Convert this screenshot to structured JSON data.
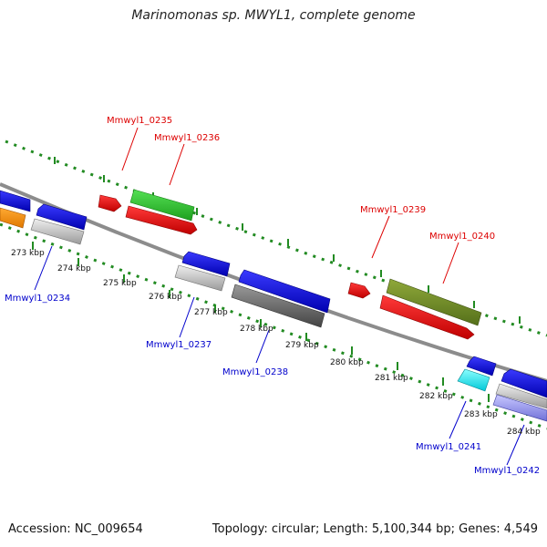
{
  "title": "Marinomonas sp. MWYL1, complete genome",
  "footer": {
    "accession": "Accession: NC_009654",
    "summary": "Topology: circular; Length: 5,100,344 bp; Genes: 4,549"
  },
  "colors": {
    "forward_label": "#dd0000",
    "reverse_label": "#0000cc",
    "backbone": "#8c8c8c",
    "tick": "#228b22"
  },
  "scale_labels": [
    "273 kbp",
    "274 kbp",
    "275 kbp",
    "276 kbp",
    "277 kbp",
    "278 kbp",
    "279 kbp",
    "280 kbp",
    "281 kbp",
    "282 kbp",
    "283 kbp",
    "284 kbp"
  ],
  "gene_labels": {
    "g0234": "Mmwyl1_0234",
    "g0235": "Mmwyl1_0235",
    "g0236": "Mmwyl1_0236",
    "g0237": "Mmwyl1_0237",
    "g0238": "Mmwyl1_0238",
    "g0239": "Mmwyl1_0239",
    "g0240": "Mmwyl1_0240",
    "g0241": "Mmwyl1_0241",
    "g0242": "Mmwyl1_0242"
  }
}
